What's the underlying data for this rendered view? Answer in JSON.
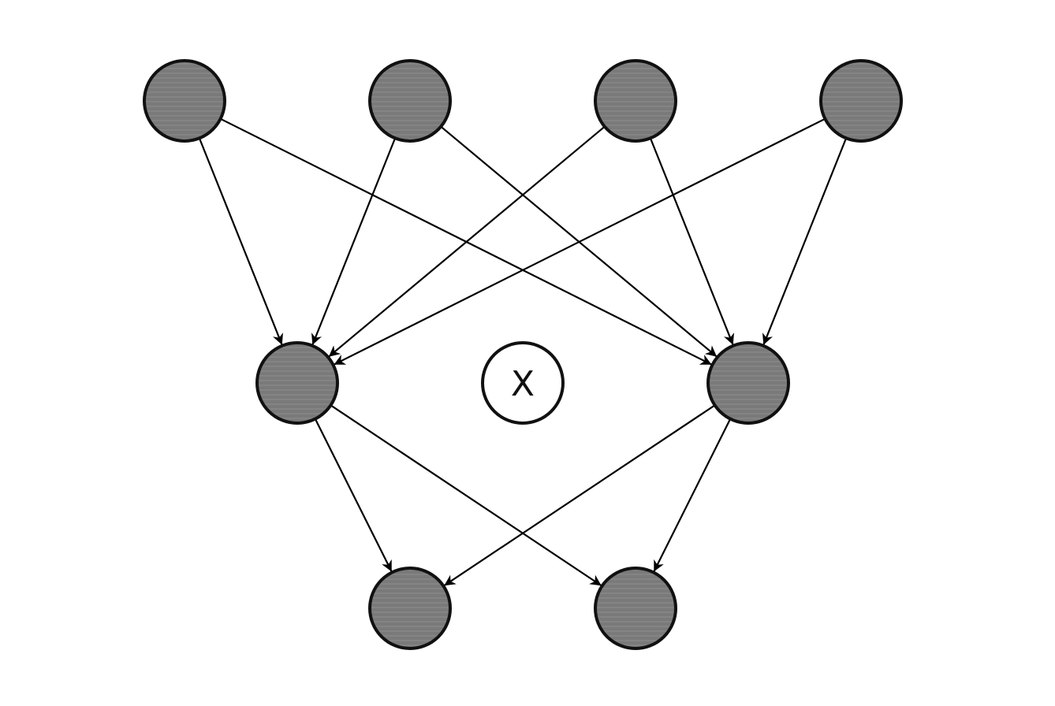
{
  "diagram": {
    "type": "directed-graph",
    "colors": {
      "shaded_fill": "#7a7a7a",
      "outline": "#111111",
      "edge": "#000000",
      "background": "#ffffff"
    },
    "nodes": [
      {
        "id": "t1",
        "layer": "top",
        "shaded": true,
        "label": ""
      },
      {
        "id": "t2",
        "layer": "top",
        "shaded": true,
        "label": ""
      },
      {
        "id": "t3",
        "layer": "top",
        "shaded": true,
        "label": ""
      },
      {
        "id": "t4",
        "layer": "top",
        "shaded": true,
        "label": ""
      },
      {
        "id": "m1",
        "layer": "middle",
        "shaded": true,
        "label": ""
      },
      {
        "id": "x",
        "layer": "middle",
        "shaded": false,
        "label": "X"
      },
      {
        "id": "m2",
        "layer": "middle",
        "shaded": true,
        "label": ""
      },
      {
        "id": "b1",
        "layer": "bottom",
        "shaded": true,
        "label": ""
      },
      {
        "id": "b2",
        "layer": "bottom",
        "shaded": true,
        "label": ""
      }
    ],
    "edges": [
      {
        "from": "t1",
        "to": "m1"
      },
      {
        "from": "t1",
        "to": "m2"
      },
      {
        "from": "t2",
        "to": "m1"
      },
      {
        "from": "t2",
        "to": "m2"
      },
      {
        "from": "t3",
        "to": "m1"
      },
      {
        "from": "t3",
        "to": "m2"
      },
      {
        "from": "t4",
        "to": "m1"
      },
      {
        "from": "t4",
        "to": "m2"
      },
      {
        "from": "m1",
        "to": "b1"
      },
      {
        "from": "m1",
        "to": "b2"
      },
      {
        "from": "m2",
        "to": "b1"
      },
      {
        "from": "m2",
        "to": "b2"
      }
    ]
  }
}
